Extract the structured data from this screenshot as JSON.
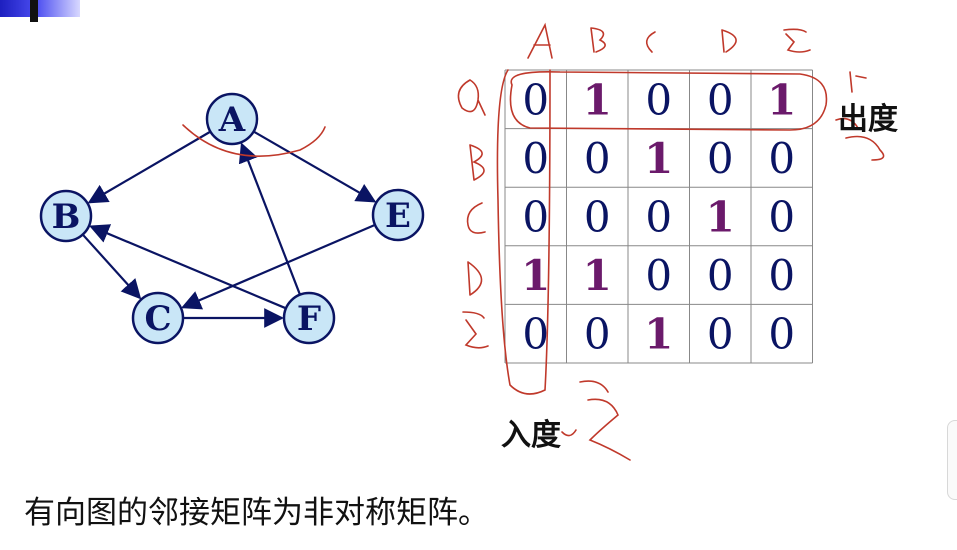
{
  "colors": {
    "node_fill": "#c9e6f7",
    "node_stroke": "#0a1463",
    "edge": "#0a1463",
    "zero": "#0a1463",
    "one": "#6b1a6b",
    "ink": "#c0392b",
    "grid": "#888888"
  },
  "graph": {
    "nodes": [
      "A",
      "B",
      "C",
      "E",
      "F"
    ],
    "edges": [
      {
        "from": "A",
        "to": "B"
      },
      {
        "from": "A",
        "to": "E"
      },
      {
        "from": "E",
        "to": "C"
      },
      {
        "from": "C",
        "to": "F"
      },
      {
        "from": "F",
        "to": "A"
      },
      {
        "from": "F",
        "to": "B"
      },
      {
        "from": "B",
        "to": "C"
      }
    ]
  },
  "matrix": {
    "rows": [
      [
        "0",
        "1",
        "0",
        "0",
        "1"
      ],
      [
        "0",
        "0",
        "1",
        "0",
        "0"
      ],
      [
        "0",
        "0",
        "0",
        "1",
        "0"
      ],
      [
        "1",
        "1",
        "0",
        "0",
        "0"
      ],
      [
        "0",
        "0",
        "1",
        "0",
        "0"
      ]
    ]
  },
  "labels": {
    "out_degree": "出度",
    "in_degree": "入度"
  },
  "caption": "有向图的邻接矩阵为非对称矩阵。"
}
